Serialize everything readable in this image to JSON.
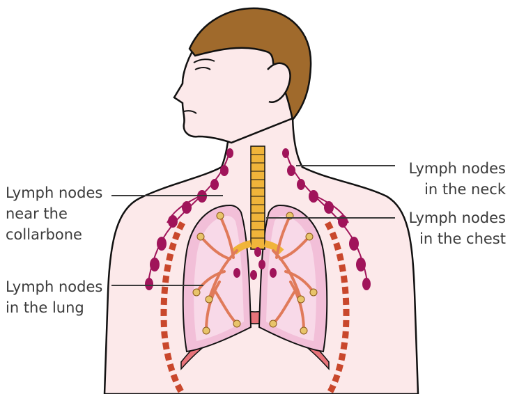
{
  "colors": {
    "skin": "#fce9ea",
    "skin_outline": "#111111",
    "hair": "#a06a2c",
    "lung_fill": "#f2bfd8",
    "lung_inner": "#f8d9e8",
    "lymph": "#a0145a",
    "bronchi": "#e07a5a",
    "trachea": "#f0b43a",
    "ribs": "#c9472c",
    "diaphragm": "#e8737a"
  },
  "labels": {
    "neck": {
      "line1": "Lymph nodes",
      "line2": "in the neck"
    },
    "chest": {
      "line1": "Lymph nodes",
      "line2": "in the chest"
    },
    "collarbone": {
      "line1": "Lymph nodes",
      "line2": "near the",
      "line3": "collarbone"
    },
    "lung": {
      "line1": "Lymph nodes",
      "line2": "in the lung"
    }
  },
  "icons": {
    "figure": "human-torso-illustration",
    "lungs": "lungs-icon",
    "trachea": "trachea-icon"
  }
}
